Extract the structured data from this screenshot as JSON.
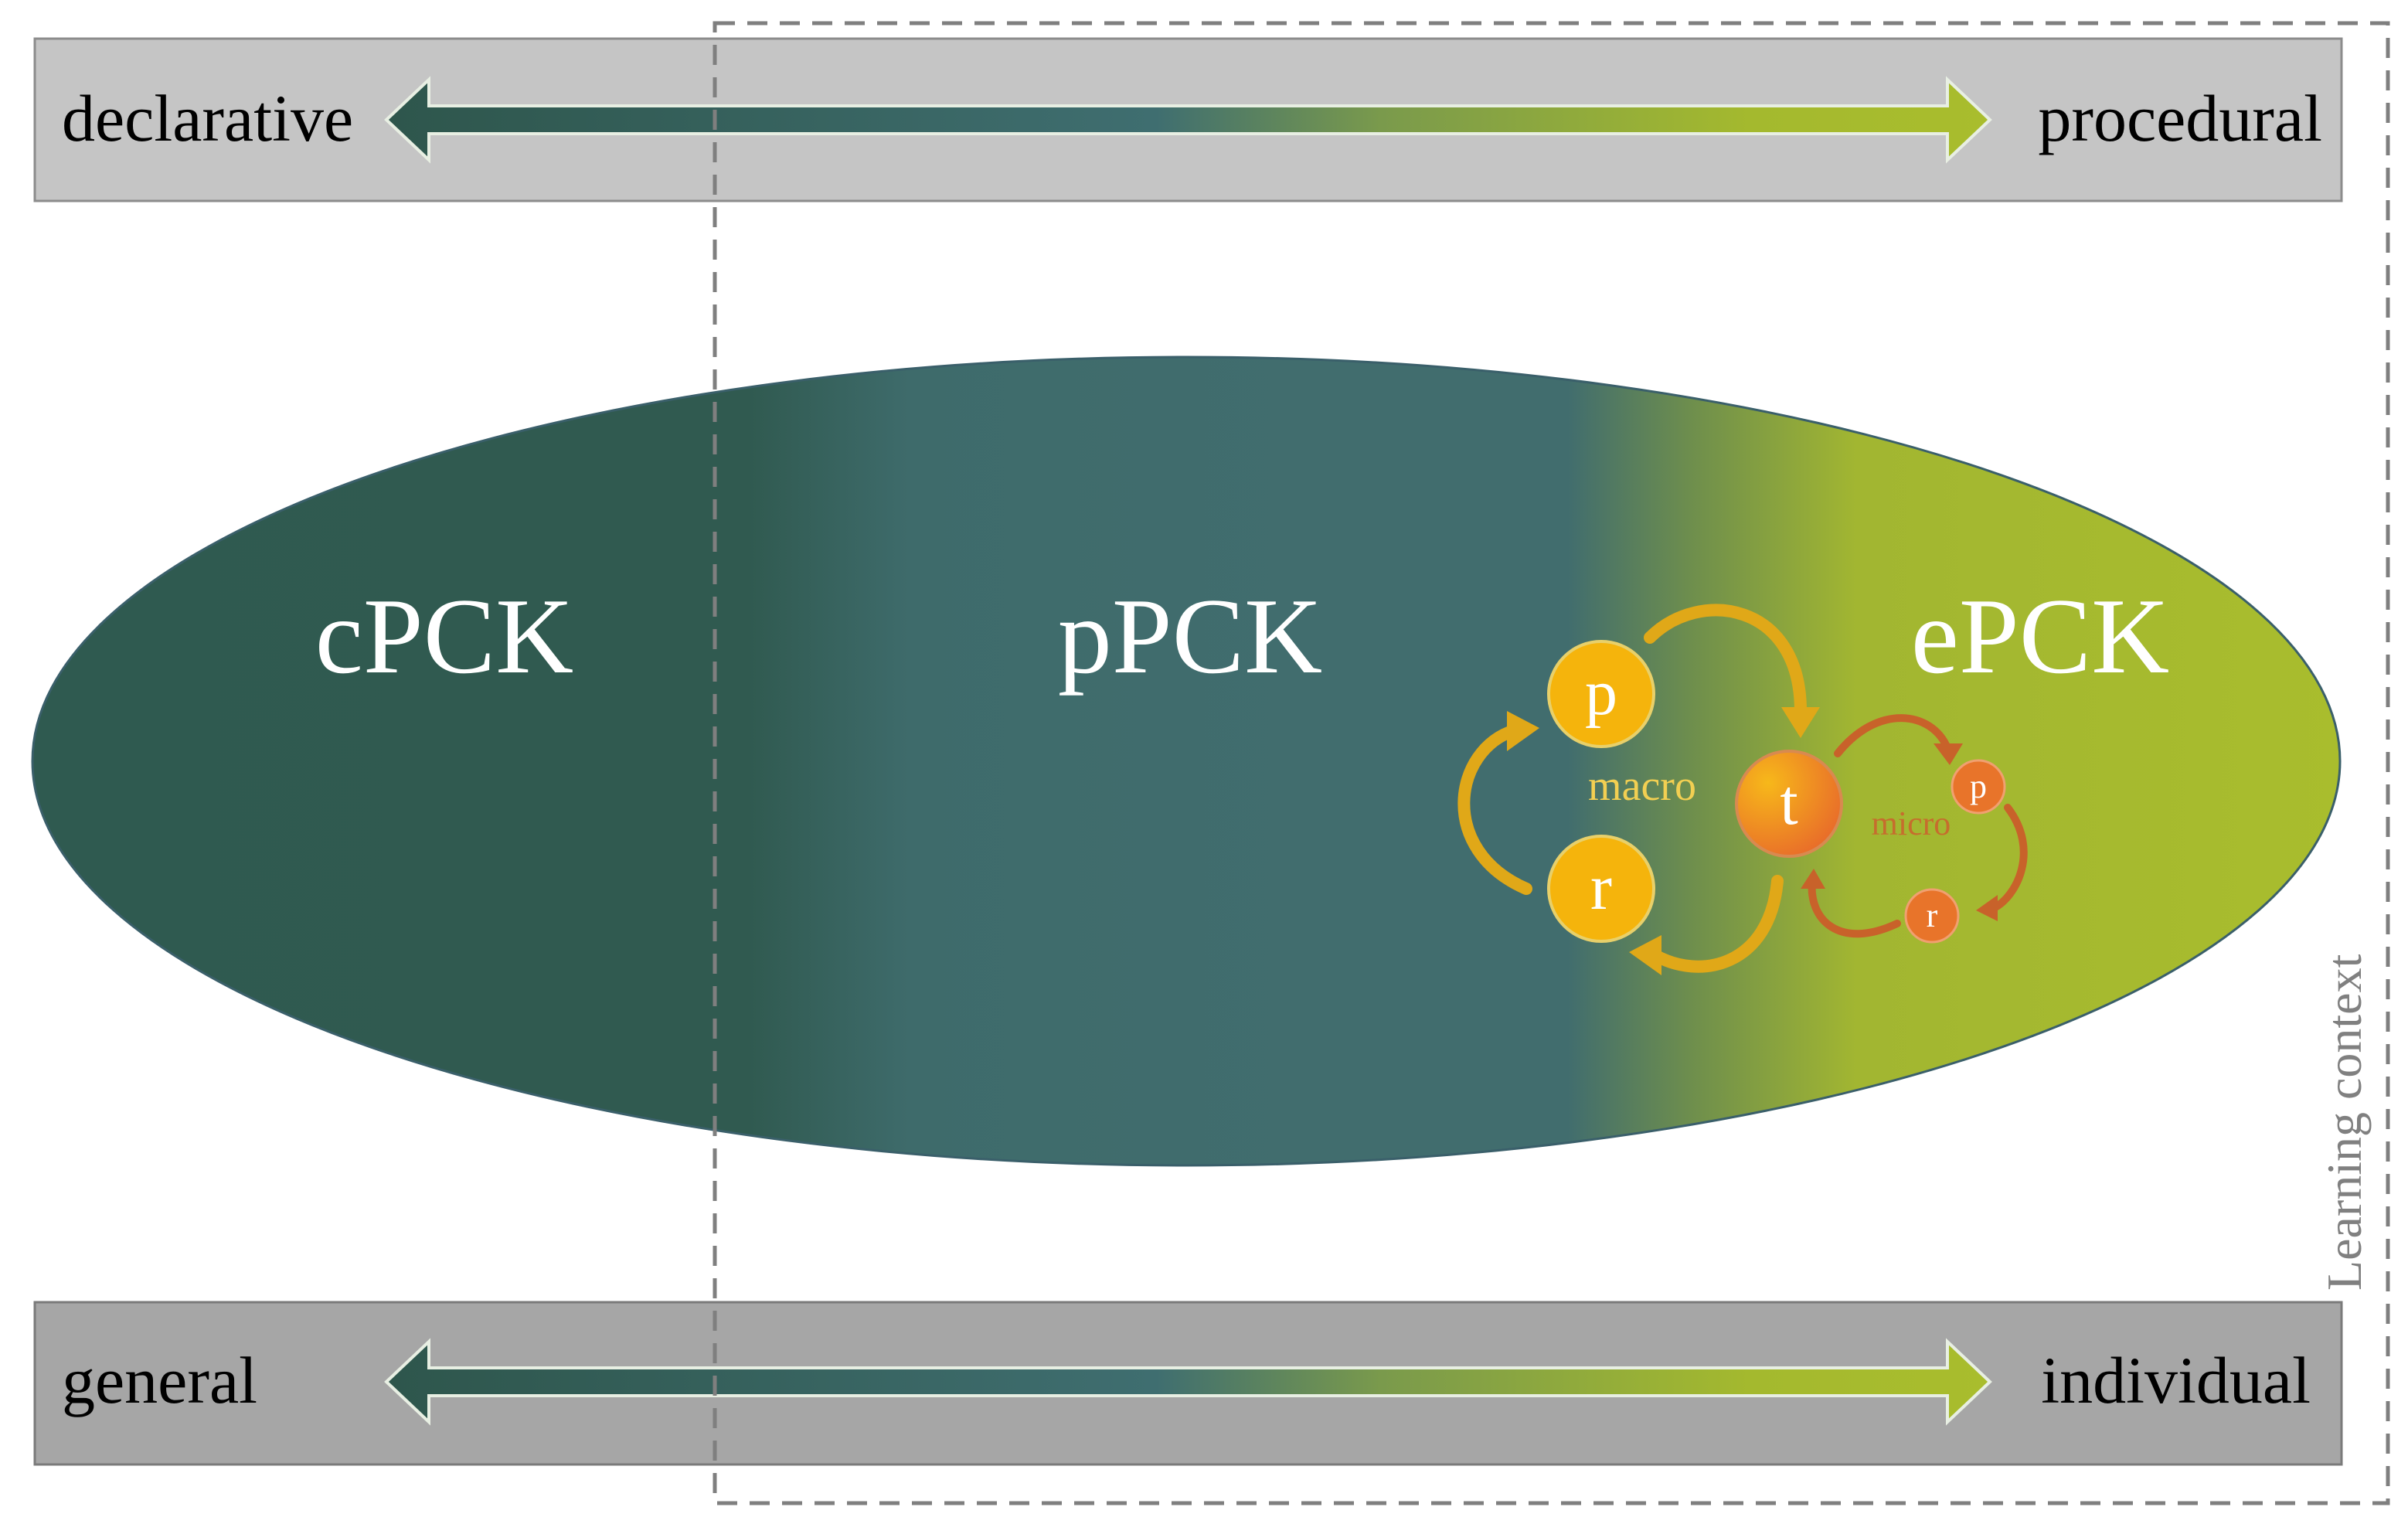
{
  "top_band": {
    "left_label": "declarative",
    "right_label": "procedural"
  },
  "bottom_band": {
    "left_label": "general",
    "right_label": "individual"
  },
  "ellipse": {
    "regions": [
      {
        "label": "cPCK"
      },
      {
        "label": "pPCK"
      },
      {
        "label": "ePCK"
      }
    ]
  },
  "macro_cycle": {
    "label": "macro",
    "nodes": {
      "p": "p",
      "t": "t",
      "r": "r"
    }
  },
  "micro_cycle": {
    "label": "micro",
    "nodes": {
      "p": "p",
      "r": "r"
    }
  },
  "learning_context": {
    "label": "Learning context"
  },
  "colors": {
    "dark_green": "#2f5a50",
    "teal": "#3f6e70",
    "lime": "#a4b92e",
    "band_top": "#c5c5c5",
    "band_bottom": "#a6a6a6",
    "macro_orange": "#f2b40a",
    "micro_orange": "#e8742a",
    "context_border": "#7f7f7f"
  }
}
